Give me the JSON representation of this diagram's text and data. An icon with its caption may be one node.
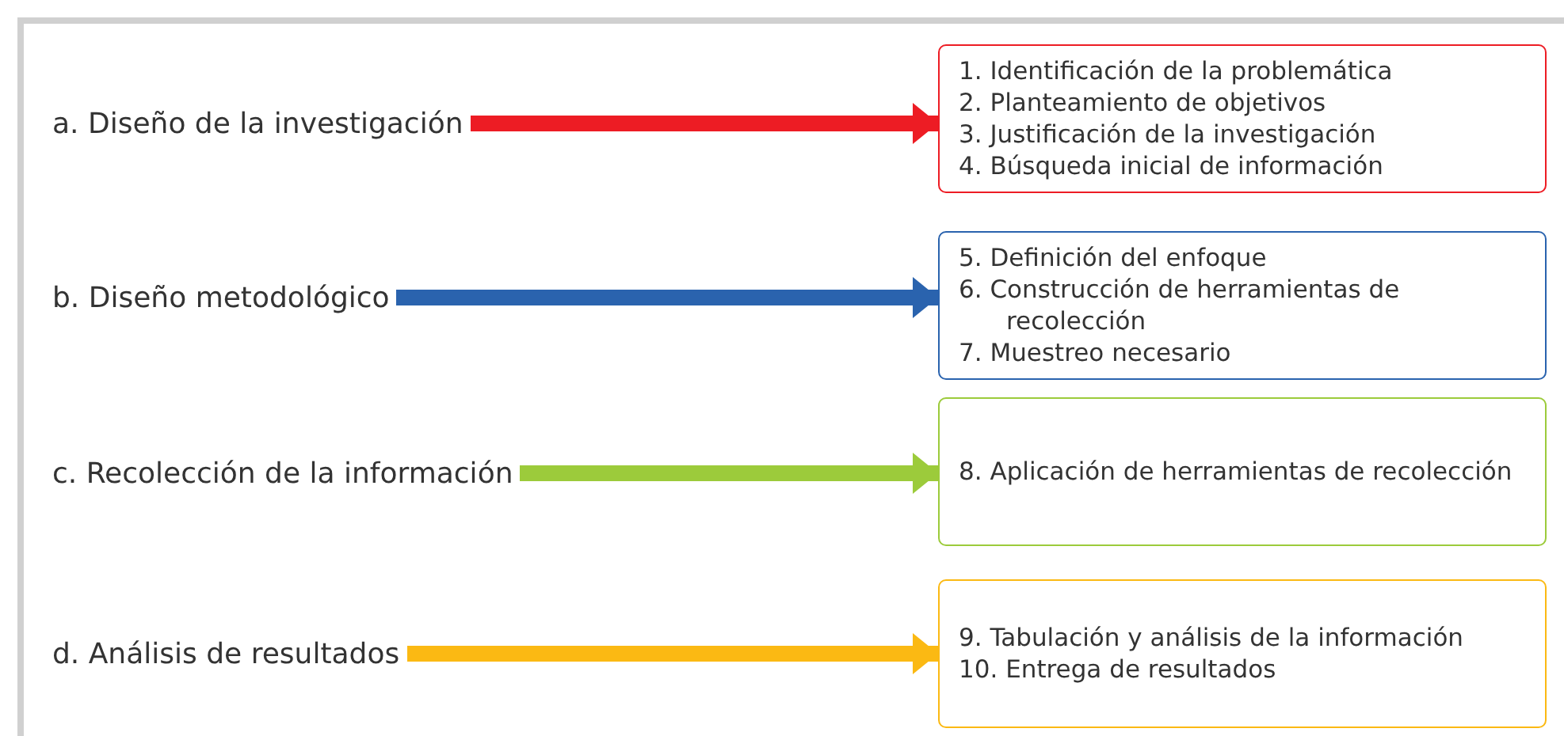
{
  "diagram": {
    "nodes": [
      {
        "text": [
          "a. Diseño de la investigación"
        ]
      },
      {
        "text": [
          "b. Diseño metodológico"
        ]
      },
      {
        "text": [
          "c. Recolección de la información"
        ]
      },
      {
        "text": [
          "d. Análisis de resultados"
        ]
      },
      {
        "text": [
          "1. Identificación de la problemática",
          "2. Planteamiento de objetivos",
          "3. Justificación de la investigación",
          "4. Búsqueda inicial de información"
        ]
      },
      {
        "text": [
          "5. Definición del enfoque",
          "6. Construcción de herramientas de recolección",
          "7. Muestreo necesario"
        ]
      },
      {
        "text": [
          "8. Aplicación de herramientas de recolección"
        ]
      },
      {
        "text": [
          "9. Tabulación y análisis de la información",
          "10. Entrega de resultados"
        ]
      }
    ],
    "edges": [
      {
        "from": 0,
        "to": 4,
        "arrow": "to",
        "color": "#ed1c24"
      },
      {
        "from": 1,
        "to": 5,
        "arrow": "to",
        "color": "#2a63ae"
      },
      {
        "from": 2,
        "to": 6,
        "arrow": "to",
        "color": "#9ccb3b"
      },
      {
        "from": 3,
        "to": 7,
        "arrow": "to",
        "color": "#fbb913"
      }
    ]
  }
}
